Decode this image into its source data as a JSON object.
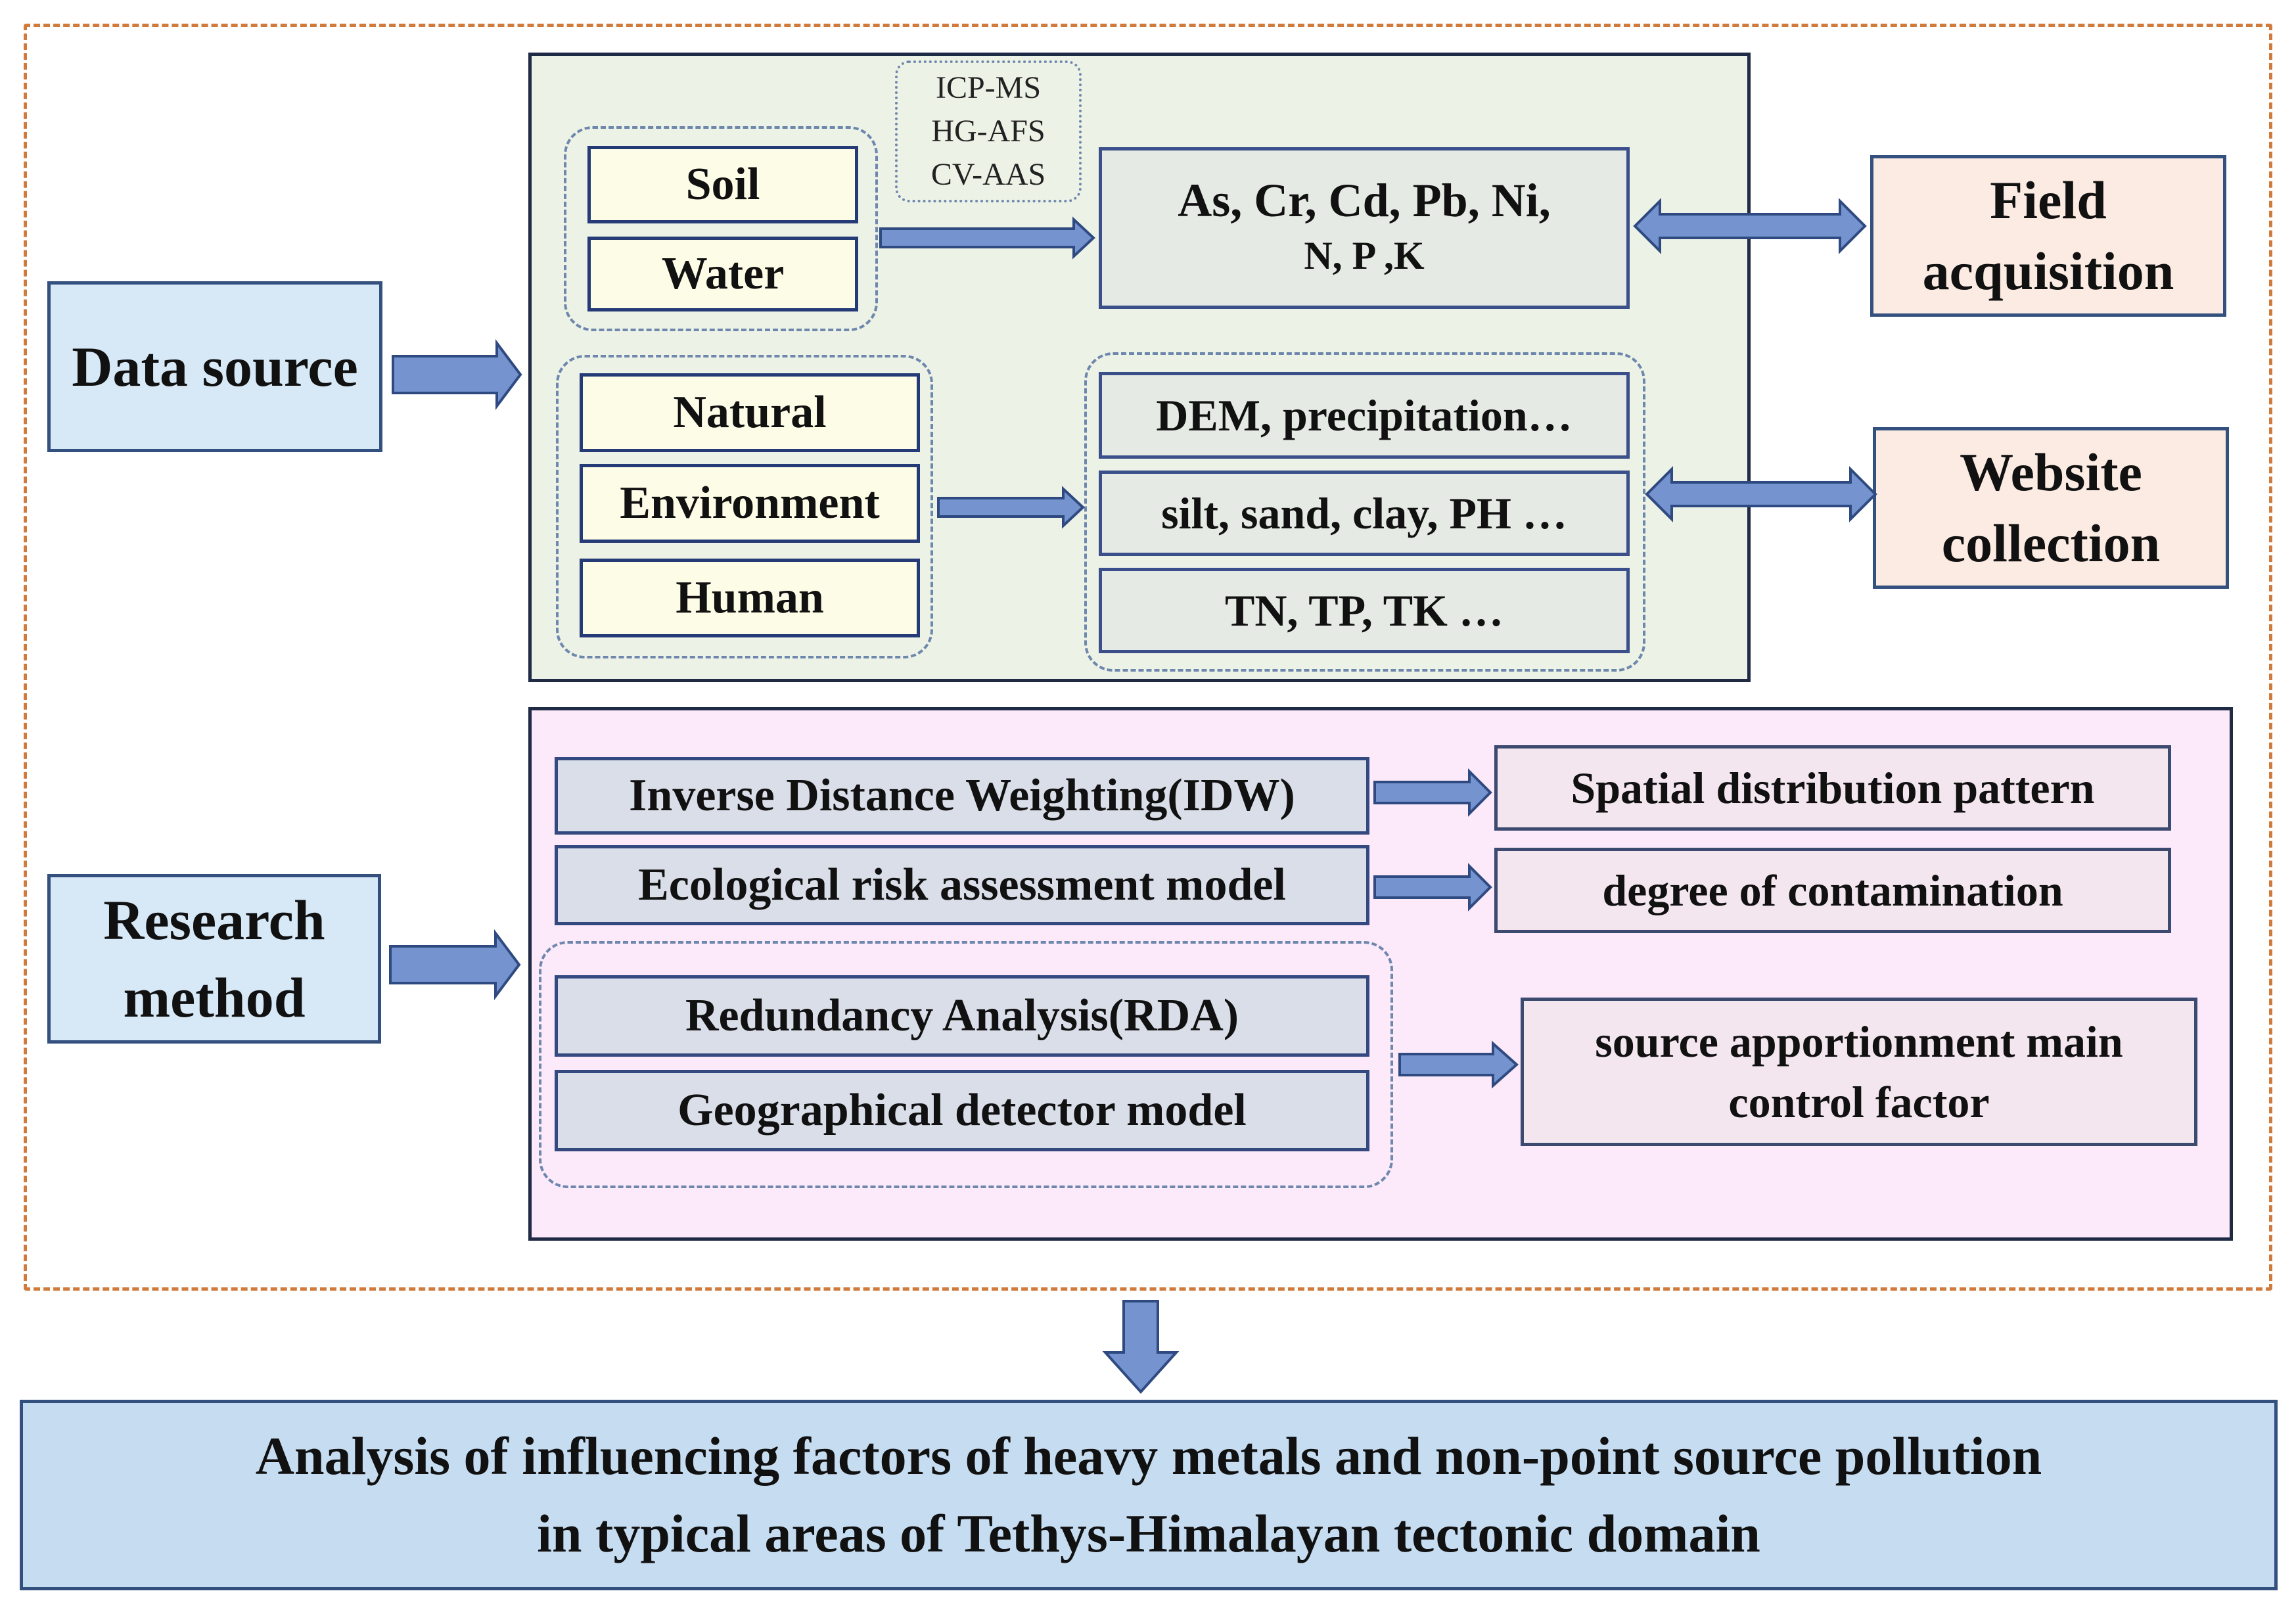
{
  "left": {
    "data_source": "Data source",
    "research_method": "Research method"
  },
  "right": {
    "field_acquisition": "Field acquisition",
    "website_collection": "Website collection"
  },
  "samples": {
    "soil": "Soil",
    "water": "Water"
  },
  "methods_note": [
    "ICP-MS",
    "HG-AFS",
    "CV-AAS"
  ],
  "metals": {
    "line1": "As, Cr, Cd, Pb, Ni,",
    "line2": "N, P ,K"
  },
  "factors": {
    "natural": "Natural",
    "environment": "Environment",
    "human": "Human"
  },
  "factor_data": {
    "dem": "DEM, precipitation…",
    "soil_texture": "silt, sand, clay, PH …",
    "nutrients": "TN, TP, TK …"
  },
  "methods": {
    "idw": "Inverse Distance Weighting(IDW)",
    "ecological": "Ecological risk assessment model",
    "rda": "Redundancy Analysis(RDA)",
    "geodetector": "Geographical detector model"
  },
  "outputs": {
    "spatial": "Spatial distribution pattern",
    "contamination": "degree of contamination",
    "source": "source apportionment main control factor"
  },
  "conclusion": {
    "line1": "Analysis of influencing factors of heavy metals and non-point source pollution",
    "line2": "in typical areas of Tethys-Himalayan tectonic domain"
  },
  "colors": {
    "arrow_fill": "#7493cf",
    "arrow_stroke": "#2f4a80",
    "frame_dashed": "#d07a3c"
  }
}
